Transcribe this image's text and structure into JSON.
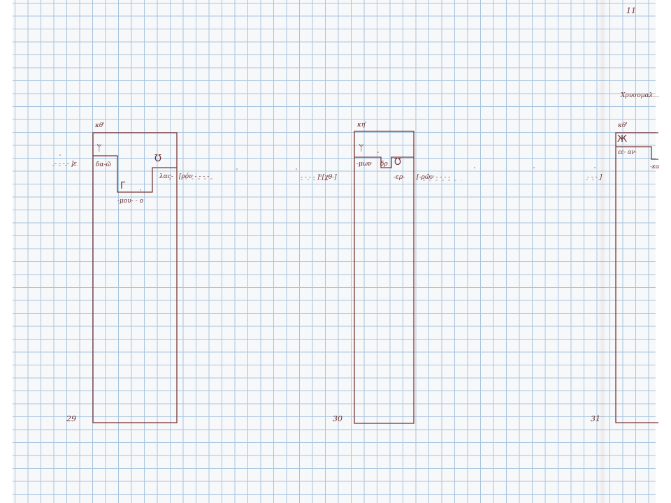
{
  "page_number": "11",
  "top_right_word": "Χρυσομαλ...",
  "columns": [
    {
      "id": "29",
      "top_label": "κθ'",
      "left_margin": "- - - - ]ε",
      "symbol_top": "ᛘ",
      "syllable_left": "δα-ῶ",
      "symbol_right": "Ʊ",
      "syllable_right": "λας-",
      "continuation_right": "[ρόν - - - -",
      "symbol_low": "Γ",
      "syllable_low": "-μου- - ο",
      "bottom_number": "29"
    },
    {
      "id": "30",
      "top_label": "κη'",
      "left_margin": "- - - - ]⁰[χθ-]",
      "symbol_top": "ᛘ",
      "syllable_left": "-μων",
      "syllable_mid": "δρ",
      "symbol_right": "Ʊ",
      "syllable_right": "-ερ-",
      "continuation_right": "[-ρῶν - - - -",
      "bottom_number": "30"
    },
    {
      "id": "31",
      "top_label": "κθ'",
      "left_margin": "- - - ]",
      "symbol_top": "Ж",
      "syllable_left": "εε- αν-",
      "syllable_low": "-κα",
      "bottom_number": "31"
    }
  ]
}
